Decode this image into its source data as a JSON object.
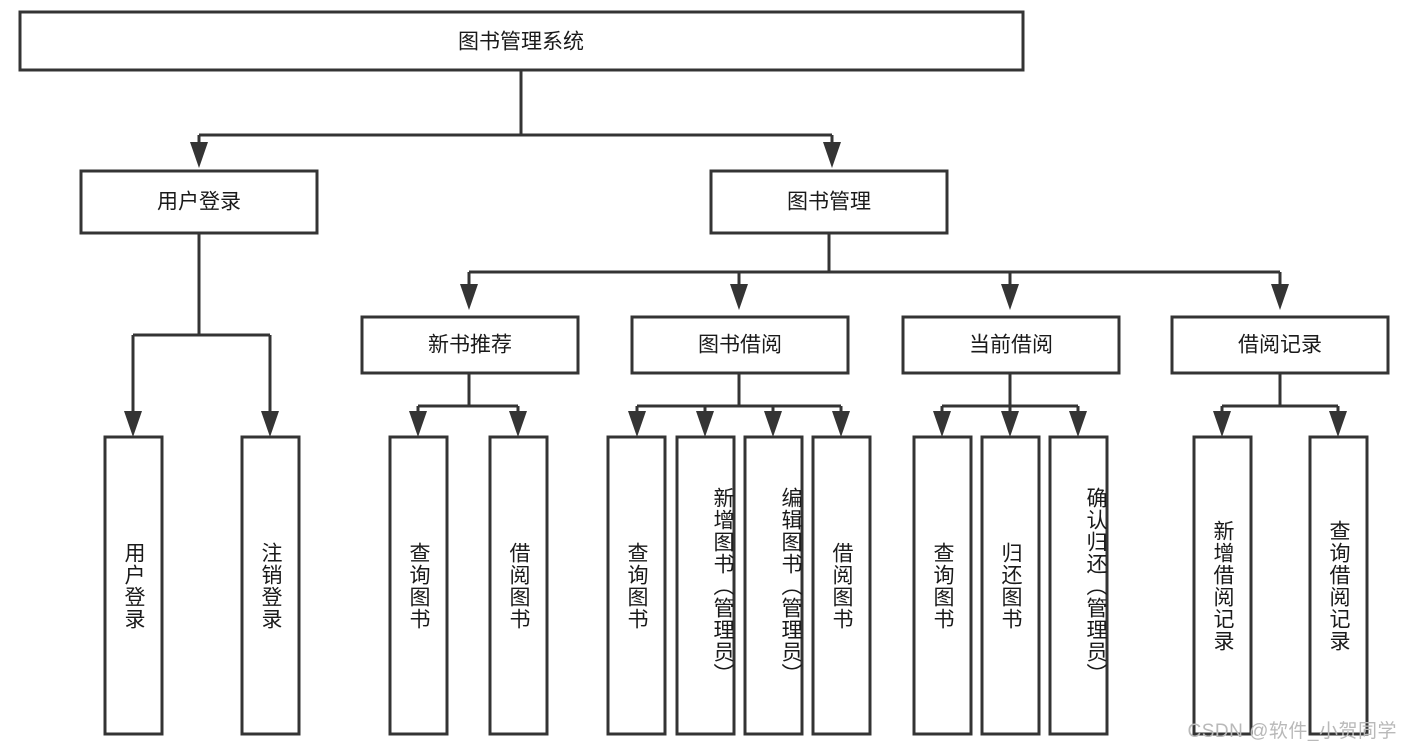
{
  "diagram": {
    "type": "hierarchy-tree",
    "title_node": {
      "id": "root",
      "label": "图书管理系统"
    },
    "level2": [
      {
        "id": "user-login",
        "label": "用户登录"
      },
      {
        "id": "book-manage",
        "label": "图书管理"
      }
    ],
    "level3": [
      {
        "id": "new-book-recommend",
        "label": "新书推荐",
        "parent": "book-manage"
      },
      {
        "id": "book-borrow",
        "label": "图书借阅",
        "parent": "book-manage"
      },
      {
        "id": "current-borrow",
        "label": "当前借阅",
        "parent": "book-manage"
      },
      {
        "id": "borrow-record",
        "label": "借阅记录",
        "parent": "book-manage"
      }
    ],
    "leaves": {
      "user-login": [
        {
          "id": "leaf-user-login",
          "label": "用户登录"
        },
        {
          "id": "leaf-user-logout",
          "label": "注销登录"
        }
      ],
      "new-book-recommend": [
        {
          "id": "leaf-query-book-1",
          "label": "查询图书"
        },
        {
          "id": "leaf-borrow-book-1",
          "label": "借阅图书"
        }
      ],
      "book-borrow": [
        {
          "id": "leaf-query-book-2",
          "label": "查询图书"
        },
        {
          "id": "leaf-add-book",
          "label": "新增图书（管理员）"
        },
        {
          "id": "leaf-edit-book",
          "label": "编辑图书（管理员）"
        },
        {
          "id": "leaf-borrow-book-2",
          "label": "借阅图书"
        }
      ],
      "current-borrow": [
        {
          "id": "leaf-query-book-3",
          "label": "查询图书"
        },
        {
          "id": "leaf-return-book",
          "label": "归还图书"
        },
        {
          "id": "leaf-confirm-return",
          "label": "确认归还（管理员）"
        }
      ],
      "borrow-record": [
        {
          "id": "leaf-add-record",
          "label": "新增借阅记录"
        },
        {
          "id": "leaf-query-record",
          "label": "查询借阅记录"
        }
      ]
    },
    "colors": {
      "stroke": "#343434",
      "box_fill": "#ffffff",
      "text": "#1a1a1a",
      "background": "#ffffff",
      "watermark": "#b9b9b9"
    }
  },
  "watermark": {
    "text": "CSDN @软件_小贺同学"
  }
}
